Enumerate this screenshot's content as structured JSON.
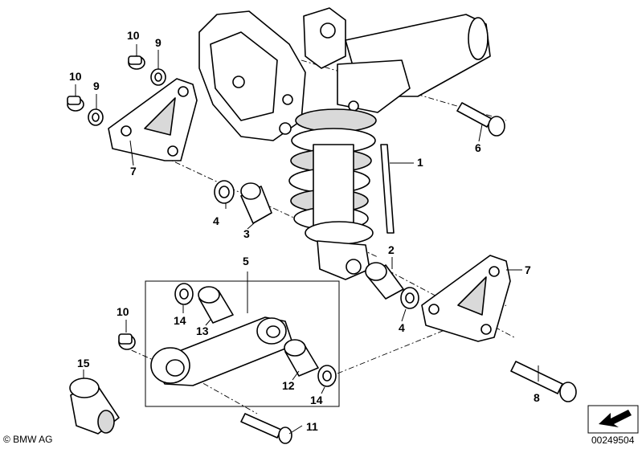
{
  "callouts": {
    "c1": "1",
    "c2": "2",
    "c3": "3",
    "c4a": "4",
    "c4b": "4",
    "c5": "5",
    "c6": "6",
    "c7a": "7",
    "c7b": "7",
    "c8": "8",
    "c9a": "9",
    "c9b": "9",
    "c10a": "10",
    "c10b": "10",
    "c10c": "10",
    "c11": "11",
    "c12": "12",
    "c13": "13",
    "c14a": "14",
    "c14b": "14",
    "c15": "15"
  },
  "footer": {
    "brand": "© BMW AG",
    "diagram_number": "00249504"
  },
  "colors": {
    "line": "#000000",
    "background": "#ffffff",
    "shade": "#d9d9d9"
  }
}
